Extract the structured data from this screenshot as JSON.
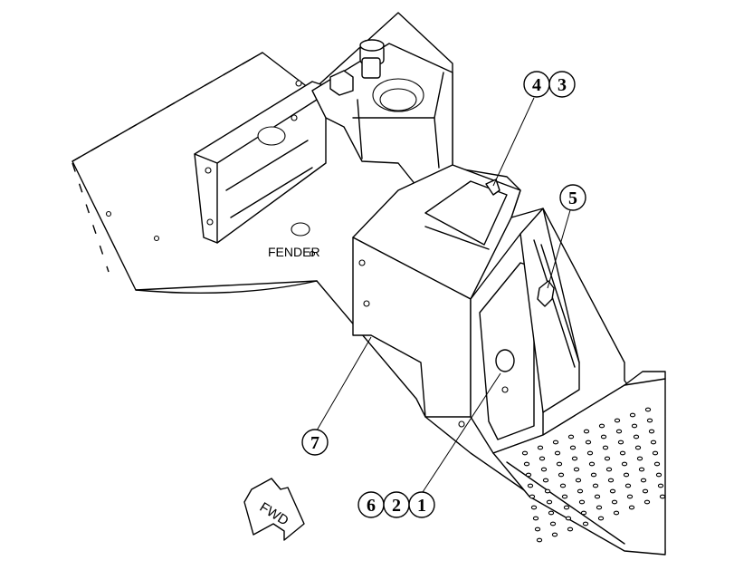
{
  "diagram": {
    "fender_label": "FENDER",
    "fwd_label": "FWD",
    "callouts": [
      {
        "id": "c4",
        "label": "4"
      },
      {
        "id": "c3",
        "label": "3"
      },
      {
        "id": "c5",
        "label": "5"
      },
      {
        "id": "c7",
        "label": "7"
      },
      {
        "id": "c6",
        "label": "6"
      },
      {
        "id": "c2",
        "label": "2"
      },
      {
        "id": "c1",
        "label": "1"
      }
    ]
  }
}
